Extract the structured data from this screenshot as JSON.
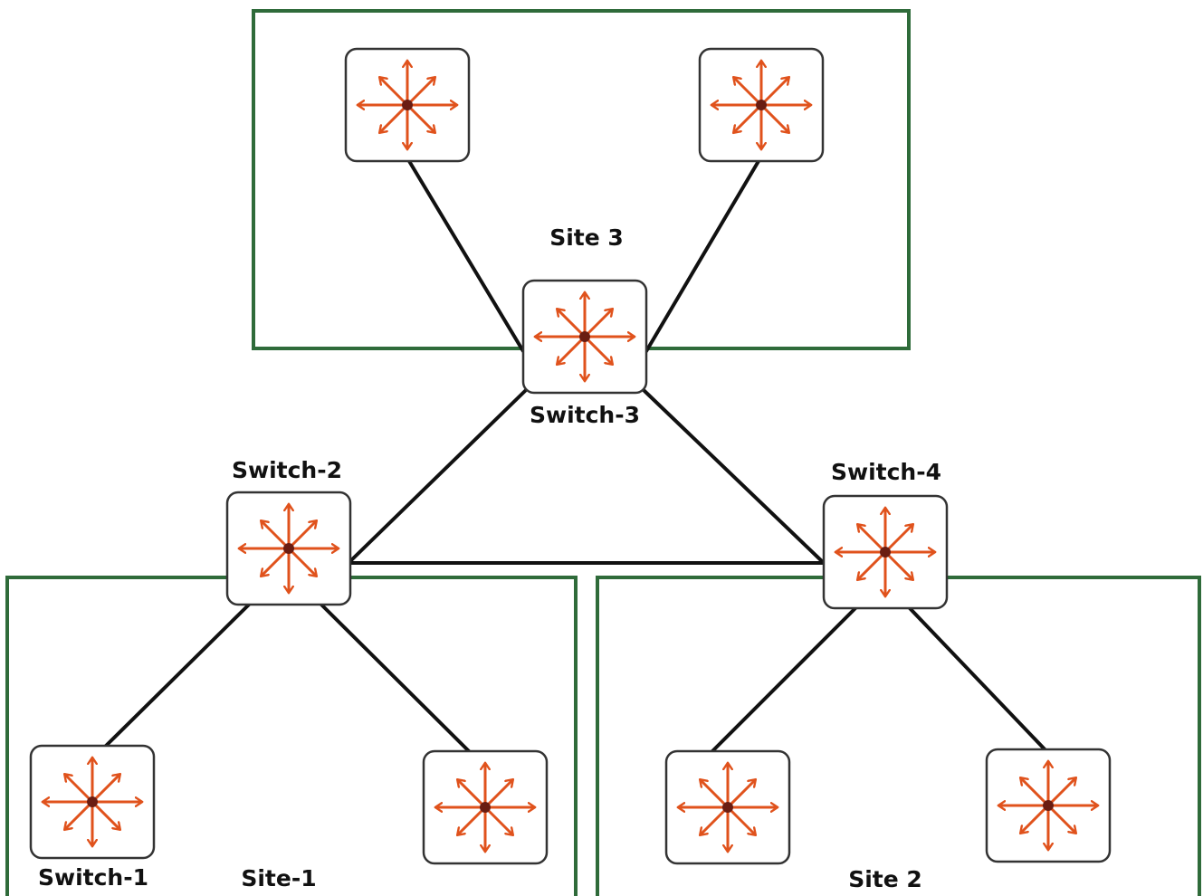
{
  "diagram": {
    "colors": {
      "site_border": "#2f6b3a",
      "link": "#111111",
      "switch_icon": "#e0521c",
      "switch_border": "#333333"
    },
    "icon": "switch-icon",
    "sites": [
      {
        "id": "site3",
        "label": "Site 3"
      },
      {
        "id": "site1",
        "label": "Site-1"
      },
      {
        "id": "site2",
        "label": "Site 2"
      }
    ],
    "switches": [
      {
        "id": "s3a",
        "label": ""
      },
      {
        "id": "s3b",
        "label": ""
      },
      {
        "id": "sw3",
        "label": "Switch-3"
      },
      {
        "id": "sw2",
        "label": "Switch-2"
      },
      {
        "id": "sw4",
        "label": "Switch-4"
      },
      {
        "id": "sw1",
        "label": "Switch-1"
      },
      {
        "id": "s1b",
        "label": ""
      },
      {
        "id": "s2a",
        "label": ""
      },
      {
        "id": "s2b",
        "label": ""
      }
    ],
    "links": [
      [
        "s3a",
        "sw3"
      ],
      [
        "s3b",
        "sw3"
      ],
      [
        "sw3",
        "sw2"
      ],
      [
        "sw3",
        "sw4"
      ],
      [
        "sw2",
        "sw4"
      ],
      [
        "sw2",
        "sw1"
      ],
      [
        "sw2",
        "s1b"
      ],
      [
        "sw4",
        "s2a"
      ],
      [
        "sw4",
        "s2b"
      ]
    ]
  }
}
